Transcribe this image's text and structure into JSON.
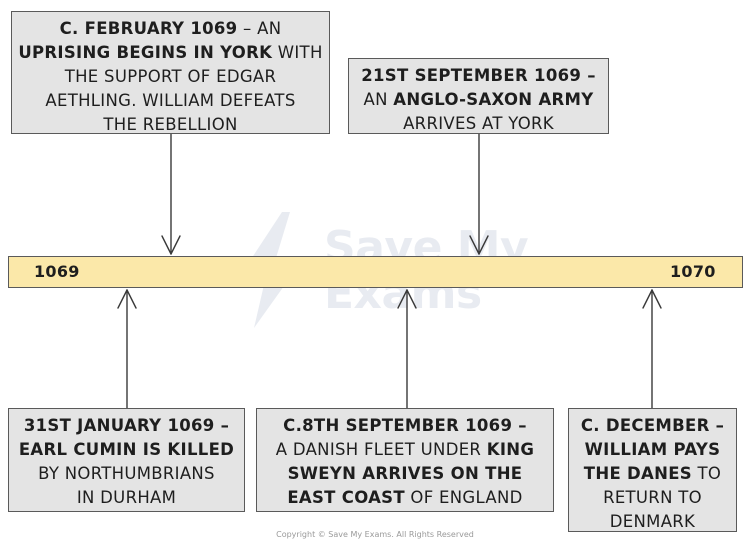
{
  "timeline": {
    "start_year": "1069",
    "end_year": "1070"
  },
  "events": {
    "top_left": {
      "line1": {
        "bold": "c. February 1069",
        "normal": " – an"
      },
      "line2": {
        "bold": "uprising begins in York",
        "normal": " with"
      },
      "line3": "the support of Edgar",
      "line4": "Aethling. William defeats",
      "line5": "the rebellion"
    },
    "top_right": {
      "line1": "21st September 1069 –",
      "line2": {
        "normal": "an ",
        "bold": "Anglo-Saxon army"
      },
      "line3": "arrives at York"
    },
    "bottom_1": {
      "line1": "31st January 1069 –",
      "line2": "Earl Cumin is killed",
      "line3": "by Northumbrians",
      "line4": "in Durham"
    },
    "bottom_2": {
      "line1": "c.8th September 1069 –",
      "line2": {
        "normal": "A Danish fleet under ",
        "bold": "King"
      },
      "line3": "Sweyn arrives on the",
      "line4": {
        "bold": "east coast",
        "normal": " of England"
      }
    },
    "bottom_3": {
      "line1": "c. December –",
      "line2": "William pays",
      "line3": {
        "bold": "the Danes",
        "normal": " to"
      },
      "line4": "return to",
      "line5": "Denmark"
    }
  },
  "watermark": {
    "line1": "Save My",
    "line2": "Exams"
  },
  "footer": {
    "copyright": "Copyright © Save My Exams. All Rights Reserved"
  },
  "colors": {
    "timeline_fill": "#fbe8a9",
    "box_fill": "#e4e4e4",
    "border": "#5a5a5a"
  }
}
